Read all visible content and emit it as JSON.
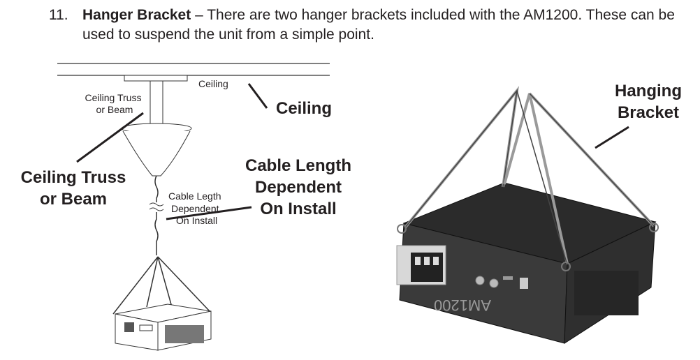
{
  "item": {
    "number": "11.",
    "term": "Hanger Bracket",
    "separator": " – ",
    "text": "There are two hanger brackets included with the AM1200. These can be used to suspend the unit from a simple point."
  },
  "left_figure": {
    "small_labels": {
      "ceiling": "Ceiling",
      "truss_line1": "Ceiling Truss",
      "truss_line2": "or Beam",
      "cable_line1": "Cable Legth",
      "cable_line2": "Dependent",
      "cable_line3": "On Install"
    },
    "callouts": {
      "ceiling": "Ceiling",
      "truss_line1": "Ceiling Truss",
      "truss_line2": "or Beam",
      "cable_line1": "Cable Length",
      "cable_line2": "Dependent",
      "cable_line3": "On Install"
    }
  },
  "right_figure": {
    "callout_line1": "Hanging",
    "callout_line2": "Bracket",
    "device_label": "AM1200"
  }
}
